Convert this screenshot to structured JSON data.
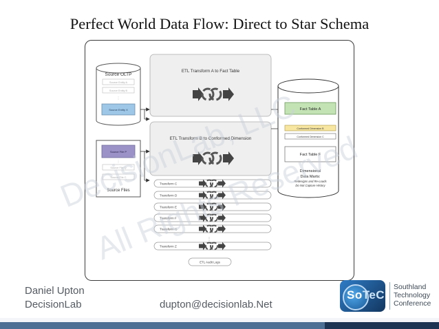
{
  "slide": {
    "title": "Perfect World Data Flow: Direct to Star Schema"
  },
  "diagram": {
    "source_oltp": {
      "title": "Source OLTP",
      "entities": [
        "Source Entity A",
        "Source Entity B"
      ],
      "selected": "Source Entity X"
    },
    "source_files": {
      "title": "Source Files",
      "selected": "Source File P",
      "files": [
        "Source File Q",
        "Source File C"
      ]
    },
    "etl_a": {
      "title": "ETL Transform  A to Fact Table"
    },
    "etl_b": {
      "title": "ETL Transform B to Conformed Dimension"
    },
    "transforms": [
      "Transform C",
      "Transform D",
      "Transform E",
      "Transform F",
      "Transform G",
      "Transform Z"
    ],
    "etl_audit": "ETL Audit Logs",
    "data_marts": {
      "fact_a": "Fact Table A",
      "dim_b": "Conformed Dimension B",
      "dim_c": "Conformed Dimension C",
      "fact_f": "Fact Table F",
      "caption_line1": "Dimensional",
      "caption_line2": "Data Marts:",
      "note_line1": "Redesigns and Re-Loads",
      "note_line2": "Do Not Capture History"
    },
    "colors": {
      "source_blue": "#9ec6e6",
      "source_purple": "#9b93c7",
      "fact_green": "#c4e3b5",
      "dim_yellow": "#f6e6a2",
      "etl_gray": "#efefef"
    }
  },
  "watermark": {
    "line1": "DecisionLab, LLC",
    "line2": "All Rights Reserved"
  },
  "footer": {
    "name": "Daniel Upton",
    "org": "DecisionLab",
    "email": "dupton@decisionlab.Net"
  },
  "logo": {
    "word_so": "So",
    "word_tec": "TeC",
    "line1": "Southland",
    "line2": "Technology",
    "line3": "Conference"
  }
}
